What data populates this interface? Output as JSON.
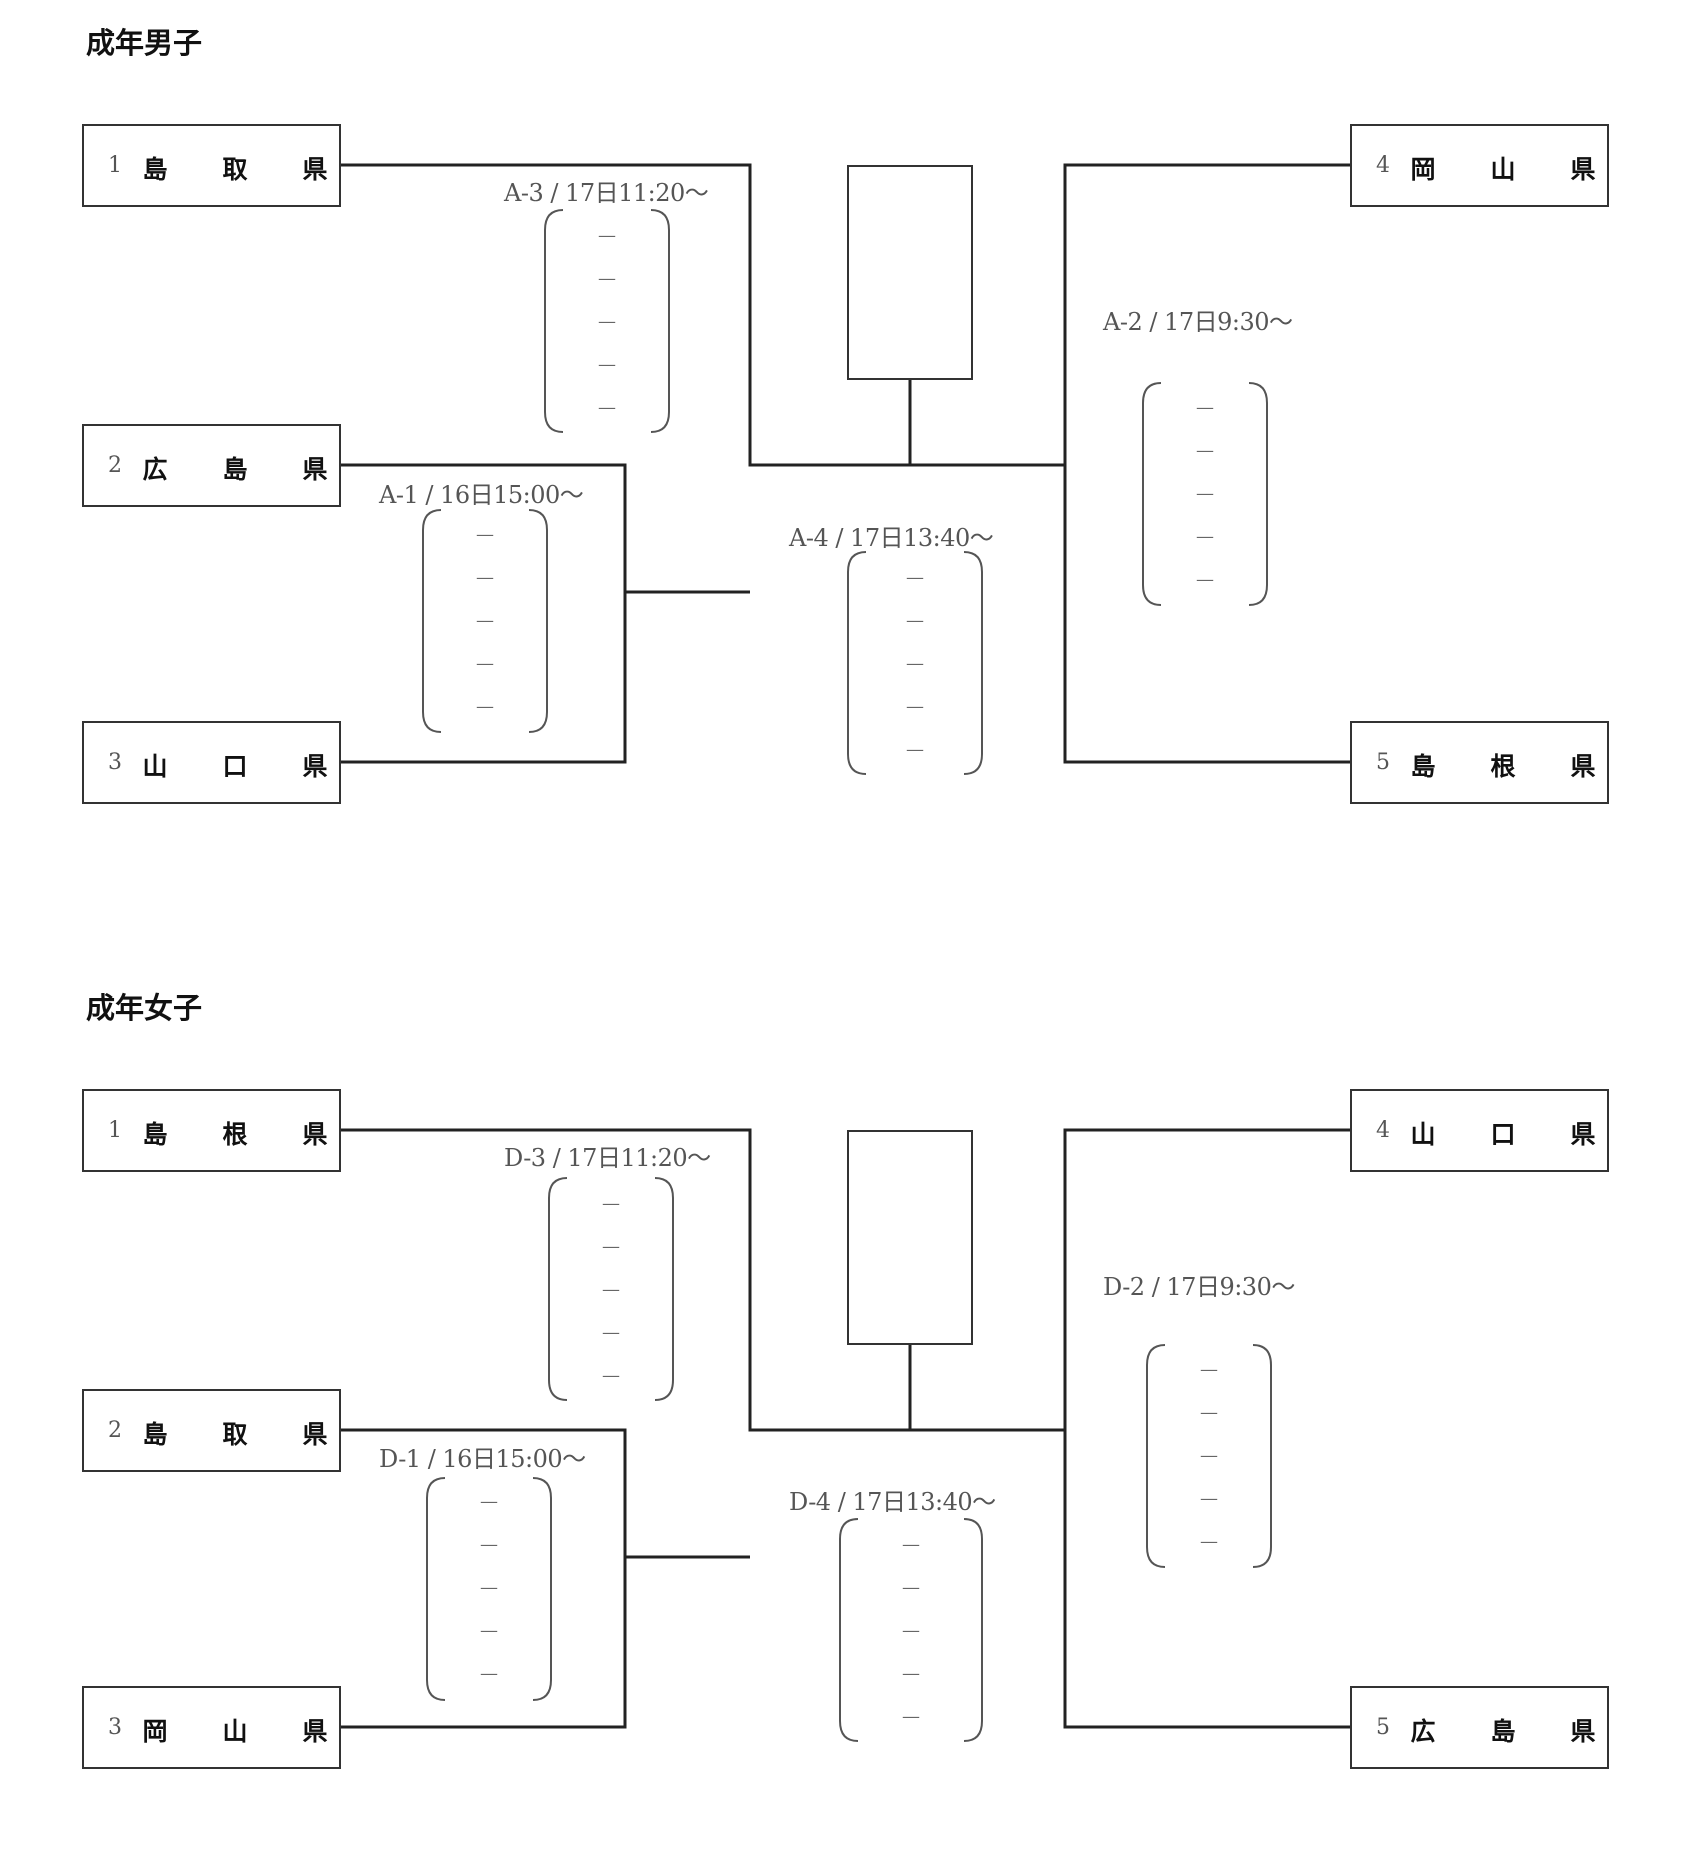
{
  "sections": [
    {
      "title": "成年男子",
      "teams": [
        {
          "seed": "1",
          "chars": [
            "島",
            "取",
            "県"
          ]
        },
        {
          "seed": "2",
          "chars": [
            "広",
            "島",
            "県"
          ]
        },
        {
          "seed": "3",
          "chars": [
            "山",
            "口",
            "県"
          ]
        },
        {
          "seed": "4",
          "chars": [
            "岡",
            "山",
            "県"
          ]
        },
        {
          "seed": "5",
          "chars": [
            "島",
            "根",
            "県"
          ]
        }
      ],
      "matches": [
        {
          "label": "A-1 / 16日15:00〜",
          "scores": [
            "—",
            "—",
            "—",
            "—",
            "—"
          ]
        },
        {
          "label": "A-2 / 17日9:30〜",
          "scores": [
            "—",
            "—",
            "—",
            "—",
            "—"
          ]
        },
        {
          "label": "A-3 / 17日11:20〜",
          "scores": [
            "—",
            "—",
            "—",
            "—",
            "—"
          ]
        },
        {
          "label": "A-4 / 17日13:40〜",
          "scores": [
            "—",
            "—",
            "—",
            "—",
            "—"
          ]
        }
      ]
    },
    {
      "title": "成年女子",
      "teams": [
        {
          "seed": "1",
          "chars": [
            "島",
            "根",
            "県"
          ]
        },
        {
          "seed": "2",
          "chars": [
            "島",
            "取",
            "県"
          ]
        },
        {
          "seed": "3",
          "chars": [
            "岡",
            "山",
            "県"
          ]
        },
        {
          "seed": "4",
          "chars": [
            "山",
            "口",
            "県"
          ]
        },
        {
          "seed": "5",
          "chars": [
            "広",
            "島",
            "県"
          ]
        }
      ],
      "matches": [
        {
          "label": "D-1 / 16日15:00〜",
          "scores": [
            "—",
            "—",
            "—",
            "—",
            "—"
          ]
        },
        {
          "label": "D-2 / 17日9:30〜",
          "scores": [
            "—",
            "—",
            "—",
            "—",
            "—"
          ]
        },
        {
          "label": "D-3 / 17日11:20〜",
          "scores": [
            "—",
            "—",
            "—",
            "—",
            "—"
          ]
        },
        {
          "label": "D-4 / 17日13:40〜",
          "scores": [
            "—",
            "—",
            "—",
            "—",
            "—"
          ]
        }
      ]
    }
  ]
}
